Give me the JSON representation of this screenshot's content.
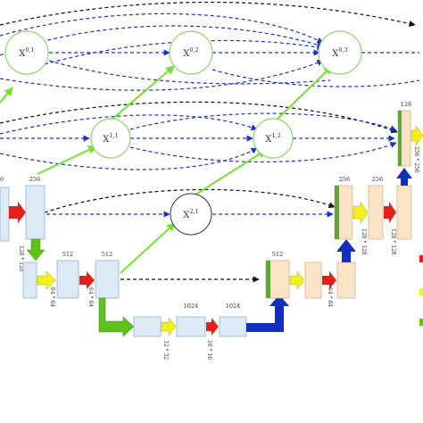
{
  "colors": {
    "encoder_block": "#dbeaf5",
    "decoder_block": "#fbe3c8",
    "block_stroke": "#93b5d4",
    "decoder_stroke": "#d9b48a",
    "skip_dense": "#1a33cc",
    "skip_long": "#111111",
    "up_arrow": "#73e32e",
    "pool_arrow": "#5ec21a",
    "conv_arrow": "#e3201b",
    "copy_arrow": "#f2ef22",
    "bottleneck_up": "#1030c0",
    "concat_bar": "#5aa83a",
    "node_green": "#8fd86a",
    "node_black": "#333333"
  },
  "nodes": [
    {
      "id": "x01",
      "base": "X",
      "sup": "0,1"
    },
    {
      "id": "x02",
      "base": "X",
      "sup": "0,2"
    },
    {
      "id": "x03",
      "base": "X",
      "sup": "0,3"
    },
    {
      "id": "x11",
      "base": "X",
      "sup": "1,1"
    },
    {
      "id": "x12",
      "base": "X",
      "sup": "1,2"
    },
    {
      "id": "x21",
      "base": "X",
      "sup": "2,1"
    }
  ],
  "channels": {
    "l1_left_partial": "6",
    "l1_left": "256",
    "l2_a": "512",
    "l2_b": "512",
    "l3_a": "1024",
    "l3_b": "1024",
    "dec_l2_a": "512",
    "dec_l1_a": "256",
    "dec_l1_b": "256",
    "dec_l0": "128"
  },
  "dims": {
    "l1": "128 * 128",
    "l2": "64 * 64",
    "l2_b": "64 * 64",
    "l3_a": "32 * 32",
    "l3_b": "16 * 16",
    "dec_l2": "64 * 64",
    "dec_l1_a": "128 * 128",
    "dec_l1_b": "128 * 128",
    "dec_l0": "256 * 256"
  }
}
